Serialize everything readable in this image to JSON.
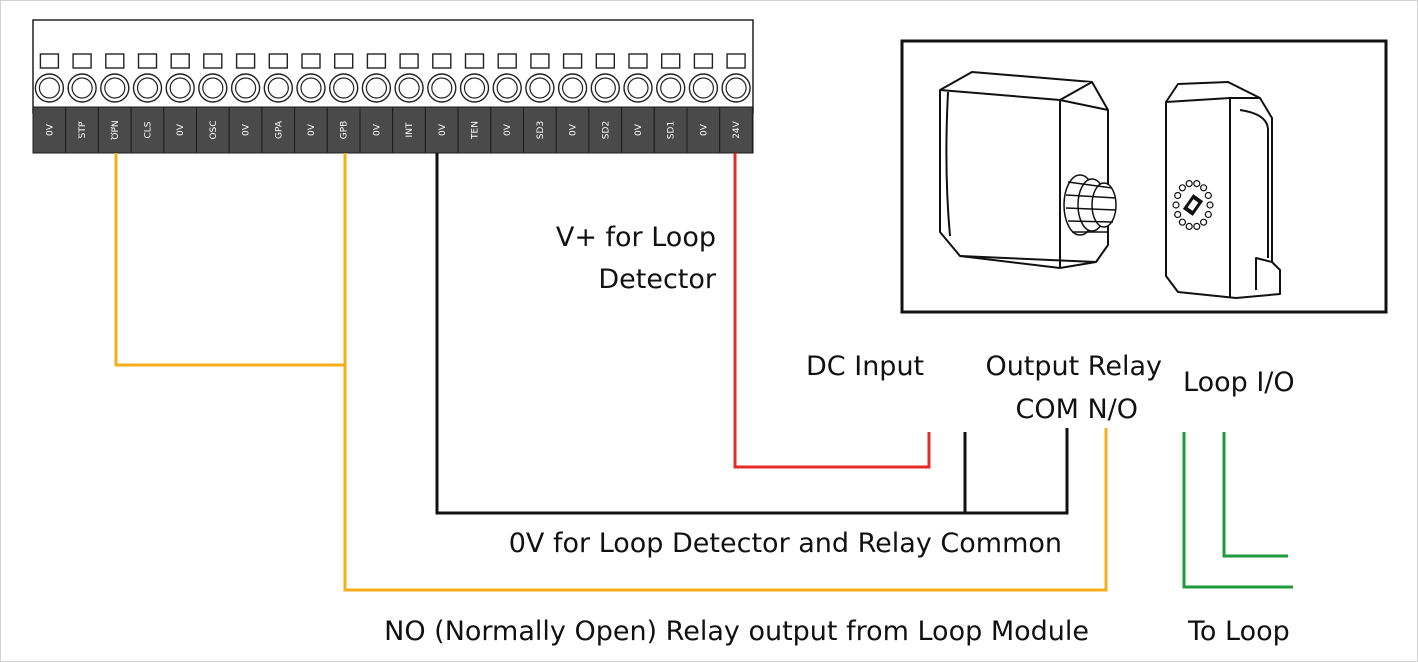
{
  "terminal_block": {
    "terminals": [
      {
        "label": "0V"
      },
      {
        "label": "STP",
        "overline": true
      },
      {
        "label": "OPN",
        "overline": true
      },
      {
        "label": "CLS"
      },
      {
        "label": "0V"
      },
      {
        "label": "OSC"
      },
      {
        "label": "0V"
      },
      {
        "label": "GPA"
      },
      {
        "label": "0V"
      },
      {
        "label": "GPB"
      },
      {
        "label": "0V"
      },
      {
        "label": "INT",
        "overline": true
      },
      {
        "label": "0V"
      },
      {
        "label": "TEN",
        "overline": true
      },
      {
        "label": "0V"
      },
      {
        "label": "SD3"
      },
      {
        "label": "0V"
      },
      {
        "label": "SD2"
      },
      {
        "label": "0V"
      },
      {
        "label": "SD1"
      },
      {
        "label": "0V"
      },
      {
        "label": "24V"
      }
    ]
  },
  "labels": {
    "v_plus_line1": "V+ for Loop",
    "v_plus_line2": "Detector",
    "dc_input": "DC Input",
    "output_relay_line1": "Output Relay",
    "output_relay_line2": "COM N/O",
    "loop_io": "Loop I/O",
    "zero_v_common": "0V for Loop Detector and Relay Common",
    "no_relay_output": "NO (Normally Open) Relay output from Loop Module",
    "to_loop": "To Loop"
  },
  "colors": {
    "wire_orange": "#f5ad1c",
    "wire_red": "#e32b2b",
    "wire_black": "#111111",
    "wire_green": "#1f9a3c",
    "terminal_body": "#4a4a4a"
  }
}
